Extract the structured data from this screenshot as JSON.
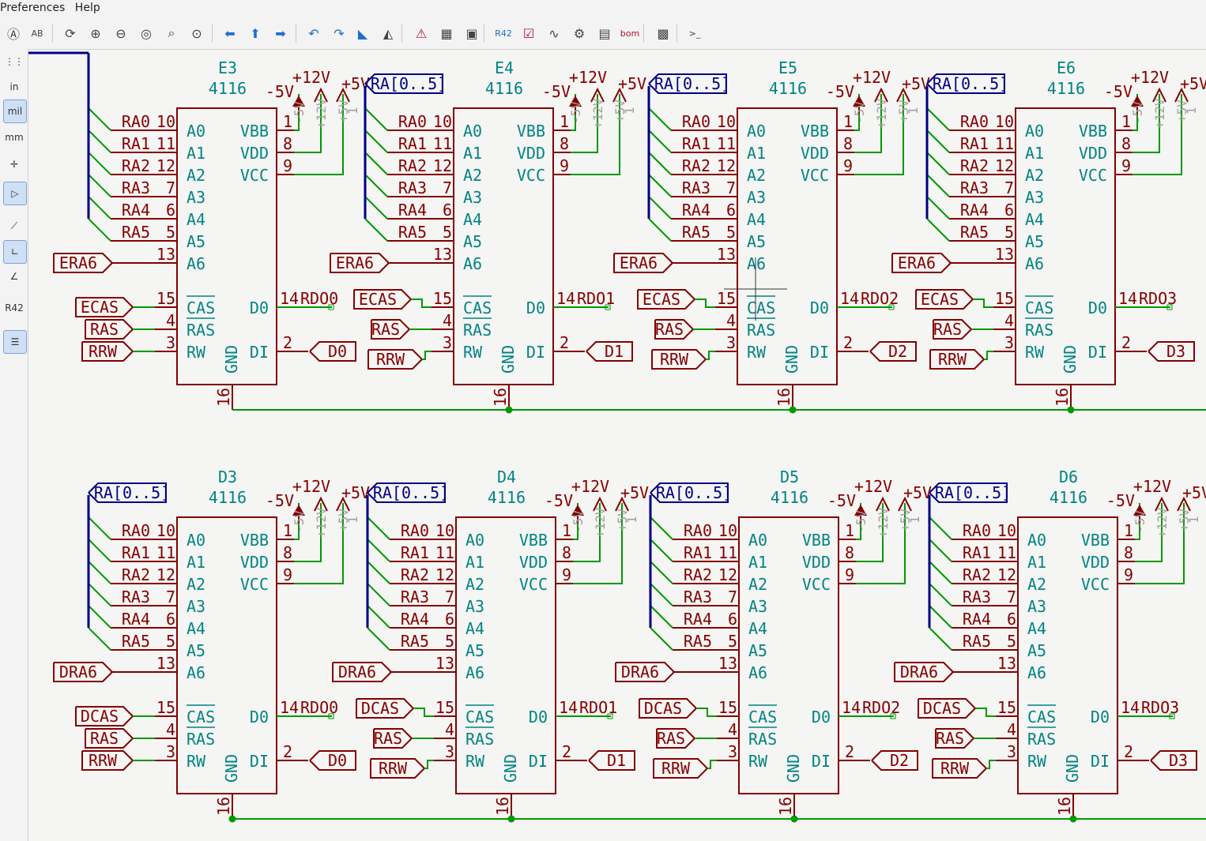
{
  "menu": [
    "Preferences",
    "Help"
  ],
  "toolbar_icons": [
    {
      "name": "annotate-icon",
      "glyph": "Ⓐ"
    },
    {
      "name": "annotate-b-icon",
      "glyph": "AB"
    },
    {
      "name": "refresh-icon",
      "glyph": "⟳"
    },
    {
      "name": "zoom-in-icon",
      "glyph": "⊕"
    },
    {
      "name": "zoom-out-icon",
      "glyph": "⊖"
    },
    {
      "name": "zoom-fit-icon",
      "glyph": "◎"
    },
    {
      "name": "zoom-objects-icon",
      "glyph": "⌕"
    },
    {
      "name": "zoom-selection-icon",
      "glyph": "⊙"
    },
    {
      "name": "back-arrow-icon",
      "glyph": "⬅"
    },
    {
      "name": "up-arrow-icon",
      "glyph": "⬆"
    },
    {
      "name": "forward-arrow-icon",
      "glyph": "➡"
    },
    {
      "name": "undo-icon",
      "glyph": "↶"
    },
    {
      "name": "redo-icon",
      "glyph": "↷"
    },
    {
      "name": "mirror-h-icon",
      "glyph": "◣"
    },
    {
      "name": "mirror-v-icon",
      "glyph": "◭"
    },
    {
      "name": "erc-icon",
      "glyph": "⚠"
    },
    {
      "name": "library-browser-icon",
      "glyph": "▦"
    },
    {
      "name": "symbol-editor-icon",
      "glyph": "▣"
    },
    {
      "name": "annotate-r42-icon",
      "glyph": "R42"
    },
    {
      "name": "bom-check-icon",
      "glyph": "☑"
    },
    {
      "name": "simulator-icon",
      "glyph": "∿"
    },
    {
      "name": "netlist-icon",
      "glyph": "⚙"
    },
    {
      "name": "field-table-icon",
      "glyph": "▤"
    },
    {
      "name": "bom-export-icon",
      "glyph": "bom"
    },
    {
      "name": "pcb-icon",
      "glyph": "▩"
    },
    {
      "name": "scripting-console-icon",
      "glyph": ">_"
    }
  ],
  "left_toolbar": [
    {
      "name": "grid-icon",
      "label": "⋮⋮"
    },
    {
      "name": "units-inch-icon",
      "label": "in"
    },
    {
      "name": "units-mil-icon",
      "label": "mil"
    },
    {
      "name": "units-mm-icon",
      "label": "mm"
    },
    {
      "name": "cursor-icon",
      "label": "✛"
    },
    {
      "name": "hidden-pins-icon",
      "label": "▷"
    },
    {
      "name": "line-mode-free-icon",
      "label": "⟋"
    },
    {
      "name": "line-mode-90-icon",
      "label": "∟"
    },
    {
      "name": "line-mode-45-icon",
      "label": "∠"
    },
    {
      "name": "annotate-r42-icon",
      "label": "R42"
    },
    {
      "name": "hierarchy-icon",
      "label": "☰"
    }
  ],
  "schematic": {
    "rows": [
      {
        "ra6_label": "ERA6",
        "cas_label": "ECAS",
        "chips": [
          {
            "ref": "E3",
            "value": "4116",
            "rdo": "RDO0",
            "d": "D0"
          },
          {
            "ref": "E4",
            "value": "4116",
            "rdo": "RDO1",
            "d": "D1"
          },
          {
            "ref": "E5",
            "value": "4116",
            "rdo": "RDO2",
            "d": "D2"
          },
          {
            "ref": "E6",
            "value": "4116",
            "rdo": "RDO3",
            "d": "D3"
          }
        ]
      },
      {
        "ra6_label": "DRA6",
        "cas_label": "DCAS",
        "chips": [
          {
            "ref": "D3",
            "value": "4116",
            "rdo": "RDO0",
            "d": "D0"
          },
          {
            "ref": "D4",
            "value": "4116",
            "rdo": "RDO1",
            "d": "D1"
          },
          {
            "ref": "D5",
            "value": "4116",
            "rdo": "RDO2",
            "d": "D2"
          },
          {
            "ref": "D6",
            "value": "4116",
            "rdo": "RDO3",
            "d": "D3"
          }
        ]
      }
    ],
    "bus_label": "RA[0..5]",
    "address_nets": [
      "RA0",
      "RA1",
      "RA2",
      "RA3",
      "RA4",
      "RA5"
    ],
    "address_pins": [
      "A0",
      "A1",
      "A2",
      "A3",
      "A4",
      "A5",
      "A6"
    ],
    "address_pin_numbers": [
      "10",
      "11",
      "12",
      "7",
      "6",
      "5",
      "13"
    ],
    "power_pins": [
      "VBB",
      "VDD",
      "VCC"
    ],
    "power_pin_numbers": [
      "1",
      "8",
      "9"
    ],
    "power_labels": [
      "-5V",
      "+12V",
      "+5V"
    ],
    "control_pins": [
      "CAS",
      "RAS",
      "RW"
    ],
    "control_pin_numbers": [
      "15",
      "4",
      "3"
    ],
    "ras_label": "RAS",
    "rrw_label": "RRW",
    "data_out_pin": "D0",
    "data_out_number": "14",
    "data_in_pin": "DI",
    "data_in_number": "2",
    "gnd_pin": "GND",
    "gnd_number": "16"
  }
}
